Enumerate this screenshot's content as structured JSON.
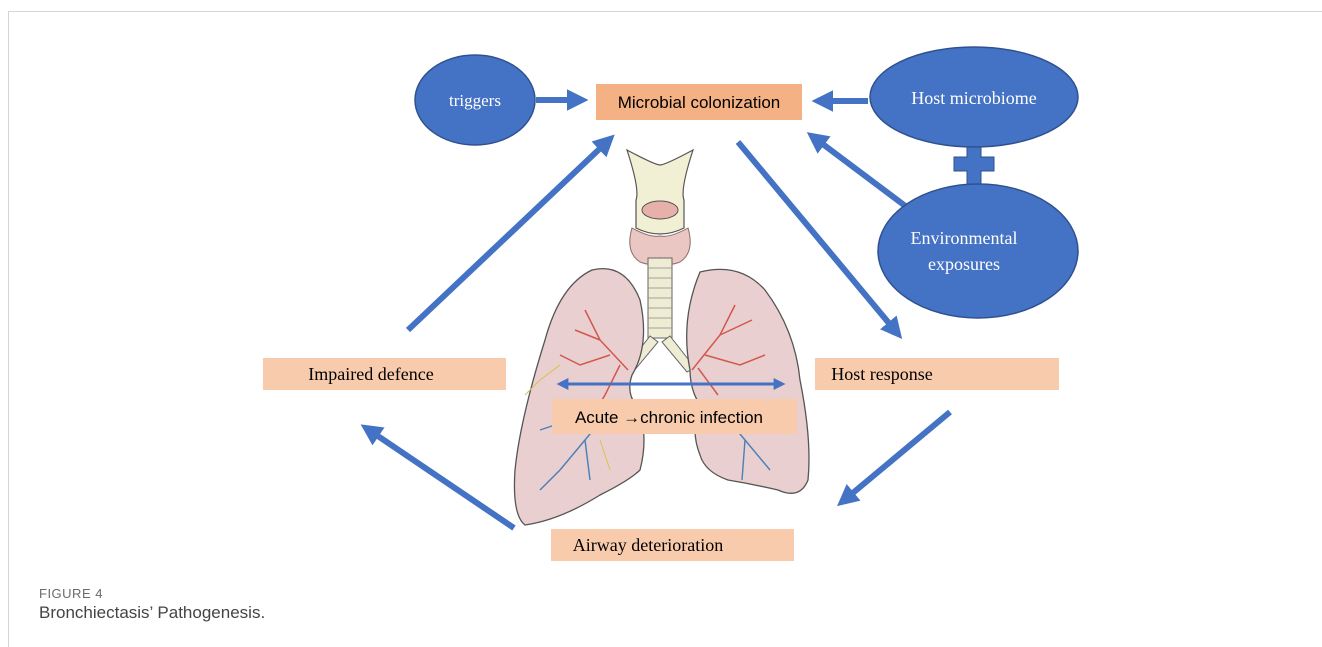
{
  "diagram": {
    "nodes": {
      "triggers": "triggers",
      "microbial_colonization": "Microbial colonization",
      "host_microbiome": "Host microbiome",
      "environmental_exposures_line1": "Environmental",
      "environmental_exposures_line2": "exposures",
      "host_response": "Host response",
      "airway_deterioration": "Airway deterioration",
      "impaired_defence": "Impaired defence",
      "infection": "Acute →chronic infection"
    },
    "colors": {
      "arrow": "#4472c4",
      "ellipse_fill": "#4472c4",
      "ellipse_stroke": "#2f528f",
      "box_orange": "#f4b183",
      "box_peach": "#f8cbad",
      "ellipse_text": "#ffffff",
      "box_text": "#000000"
    }
  },
  "caption": {
    "label": "FIGURE 4",
    "text": "Bronchiectasis’ Pathogenesis."
  }
}
